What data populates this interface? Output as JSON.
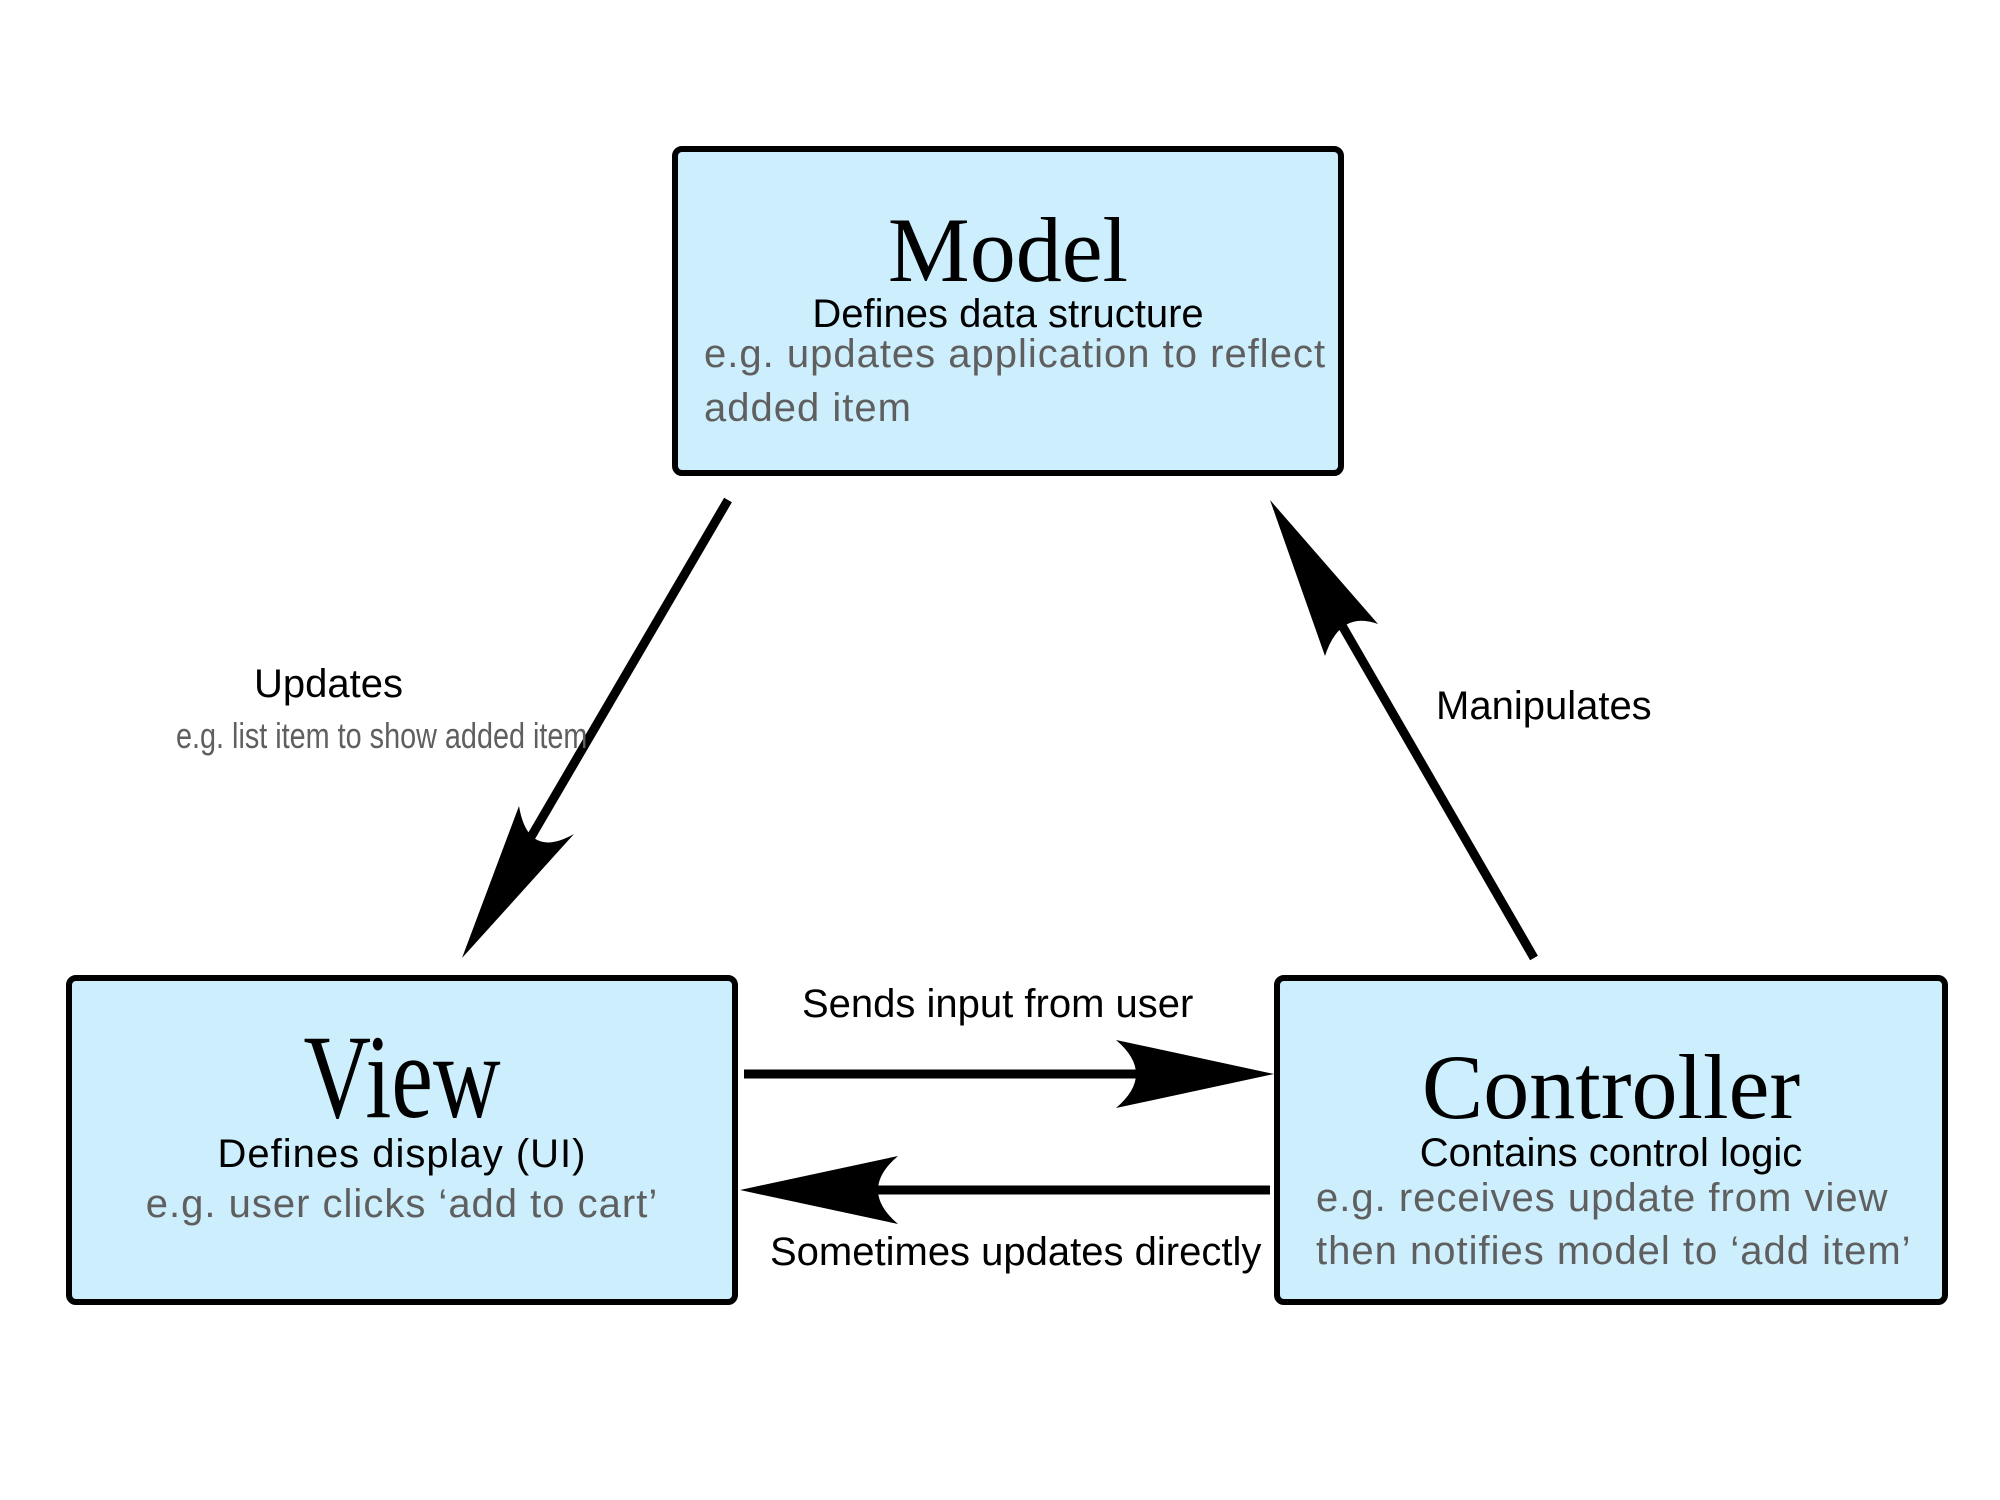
{
  "nodes": {
    "model": {
      "title": "Model",
      "subtitle": "Defines data structure",
      "example_line1": "e.g. updates application to reflect",
      "example_line2": "added item"
    },
    "view": {
      "title": "View",
      "subtitle": "Defines display (UI)",
      "example": "e.g. user clicks ‘add to cart’"
    },
    "controller": {
      "title": "Controller",
      "subtitle": "Contains control logic",
      "example_line1": "e.g. receives update from view",
      "example_line2": "then notifies model to ‘add item’"
    }
  },
  "edges": {
    "model_to_view": {
      "label": "Updates",
      "note": "e.g. list item to show added item"
    },
    "controller_to_model": {
      "label": "Manipulates"
    },
    "view_to_controller": {
      "label": "Sends input from user"
    },
    "controller_to_view": {
      "label": "Sometimes updates directly"
    }
  },
  "colors": {
    "box_fill": "#cdeefc",
    "box_border": "#000000",
    "example_text": "#5f5f5f",
    "arrow": "#000000"
  }
}
